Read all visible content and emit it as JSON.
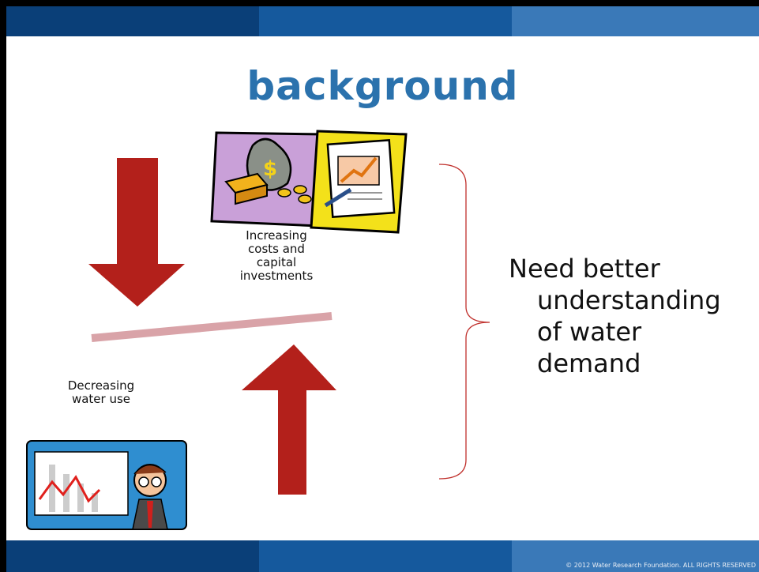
{
  "title": "background",
  "labels": {
    "costs": [
      "Increasing",
      "costs and",
      "capital",
      "investments"
    ],
    "water": [
      "Decreasing",
      "water use"
    ]
  },
  "conclusion": {
    "line1": "Need better",
    "line2": "understanding",
    "line3": "of water",
    "line4": "demand"
  },
  "footer": "© 2012 Water Research Foundation. ALL RIGHTS RESERVED",
  "colors": {
    "title": "#2b72ad",
    "arrow": "#b3201b",
    "beam": "#d9a3a8",
    "bracket": "#c0302c",
    "band_dark": "#0a3f78",
    "band_mid": "#15599d",
    "band_light": "#3a79b8"
  },
  "icons": {
    "money_clipart": "money-bag-gold-chart-icon",
    "manager_clipart": "declining-chart-manager-icon"
  }
}
